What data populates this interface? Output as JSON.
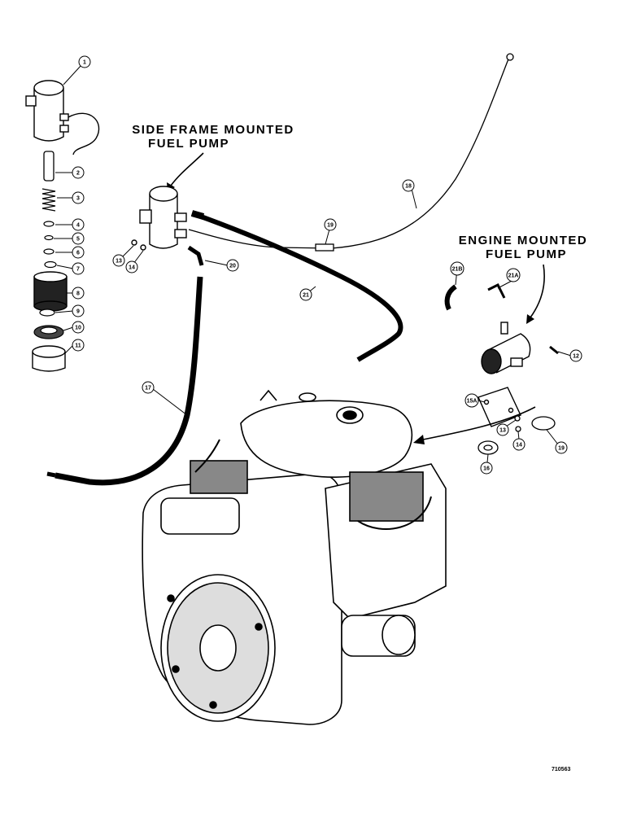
{
  "headings": {
    "side_frame_line1": "SIDE FRAME MOUNTED",
    "side_frame_line2": "FUEL PUMP",
    "engine_line1": "ENGINE MOUNTED",
    "engine_line2": "FUEL PUMP"
  },
  "callouts": {
    "c1": "1",
    "c2": "2",
    "c3": "3",
    "c4": "4",
    "c5": "5",
    "c6": "6",
    "c7": "7",
    "c8": "8",
    "c9": "9",
    "c10": "10",
    "c11": "11",
    "c12": "12",
    "c13a": "13",
    "c14a": "14",
    "c20": "20",
    "c19a": "19",
    "c18": "18",
    "c21": "21",
    "c21b": "21B",
    "c21a": "21A",
    "c15a": "15A",
    "c13b": "13",
    "c14b": "14",
    "c19b": "19",
    "c16": "16",
    "c17": "17"
  },
  "reference_number": "710563"
}
